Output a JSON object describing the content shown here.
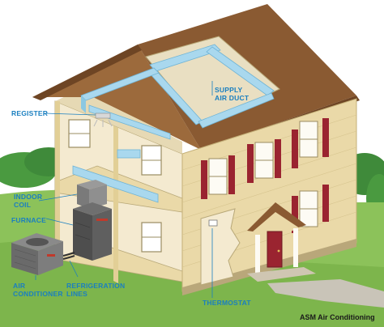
{
  "labels": {
    "register": "REGISTER",
    "supply_air_duct_line1": "SUPPLY",
    "supply_air_duct_line2": "AIR DUCT",
    "indoor_coil_line1": "INDOOR",
    "indoor_coil_line2": "COIL",
    "furnace": "FURNACE",
    "air_conditioner_line1": "AIR",
    "air_conditioner_line2": "CONDITIONER",
    "refrigeration_lines_line1": "REFRIGERATION",
    "refrigeration_lines_line2": "LINES",
    "thermostat": "THERMOSTAT"
  },
  "credit": "ASM Air Conditioning",
  "colors": {
    "label": "#1a7fc0",
    "roof": "#8a5a32",
    "siding": "#ead9a8",
    "shutter": "#9a2430",
    "duct": "#a9d8ee",
    "lawn": "#8cc25a",
    "trees": "#3f8a3a"
  },
  "icons": [
    "air-conditioner-unit",
    "furnace-unit",
    "indoor-coil-unit",
    "thermostat-device",
    "register-vent"
  ]
}
